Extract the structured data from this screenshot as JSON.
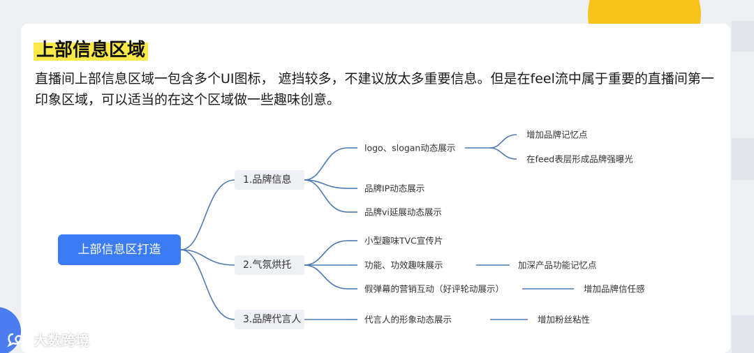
{
  "heading": "上部信息区域",
  "intro": "直播间上部信息区域一包含多个UI图标， 遮挡较多，不建议放太多重要信息。但是在feel流中属于重要的直播间第一印象区域，可以适当的在这个区域做一些趣味创意。",
  "watermark": "大数跨境",
  "colors": {
    "root_fill": "#3b7cf5",
    "branch_fill": "#eef0f3",
    "line": "#4d78b3",
    "accent_yellow": "#f7c21c"
  },
  "mindmap": {
    "root": "上部信息区打造",
    "branches": [
      {
        "label": "1.品牌信息",
        "children": [
          {
            "label": "logo、slogan动态展示",
            "children": [
              "增加品牌记忆点",
              "在feed表层形成品牌强曝光"
            ]
          },
          {
            "label": "品牌IP动态展示",
            "children": []
          },
          {
            "label": "品牌vi延展动态展示",
            "children": []
          }
        ]
      },
      {
        "label": "2.气氛烘托",
        "children": [
          {
            "label": "小型趣味TVC宣传片",
            "children": []
          },
          {
            "label": "功能、功效趣味展示",
            "children": [
              "加深产品功能记忆点"
            ]
          },
          {
            "label": "假弹幕的营销互动（好评轮动展示）",
            "children": [
              "增加品牌信任感"
            ]
          }
        ]
      },
      {
        "label": "3.品牌代言人",
        "children": [
          {
            "label": "代言人的形象动态展示",
            "children": [
              "增加粉丝粘性"
            ]
          }
        ]
      }
    ]
  }
}
